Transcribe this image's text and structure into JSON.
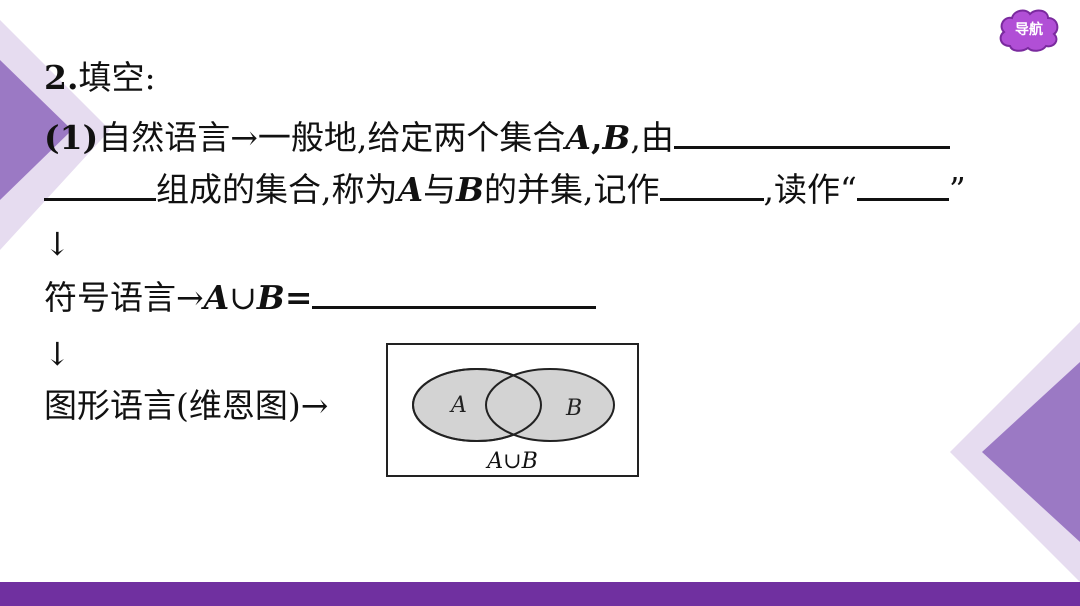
{
  "nav": {
    "label": "导航"
  },
  "colors": {
    "accent": "#7030a0",
    "lavender": "#b59fd0",
    "venn_fill": "#d3d3d3"
  },
  "heading": {
    "number": "2.",
    "text": "填空:"
  },
  "line1": {
    "prefix": "(1)",
    "text_a": "自然语言→一般地,给定两个集合",
    "set_a": "A",
    "comma1": ",",
    "set_b": "B",
    "text_b": ",由"
  },
  "line2": {
    "text_a": "组成的集合,称为",
    "set_a": "A",
    "text_b": "与",
    "set_b": "B",
    "text_c": "的并集,记作",
    "text_d": ",读作“",
    "text_e": "”"
  },
  "arrow1": "↓",
  "line3": {
    "text_a": "符号语言→",
    "set_a": "A",
    "union": "∪",
    "set_b": "B",
    "equals": "="
  },
  "arrow2": "↓",
  "line4": {
    "text": "图形语言(维恩图)→"
  },
  "venn": {
    "label_a": "A",
    "label_b": "B",
    "caption_a": "A",
    "caption_union": "∪",
    "caption_b": "B"
  }
}
